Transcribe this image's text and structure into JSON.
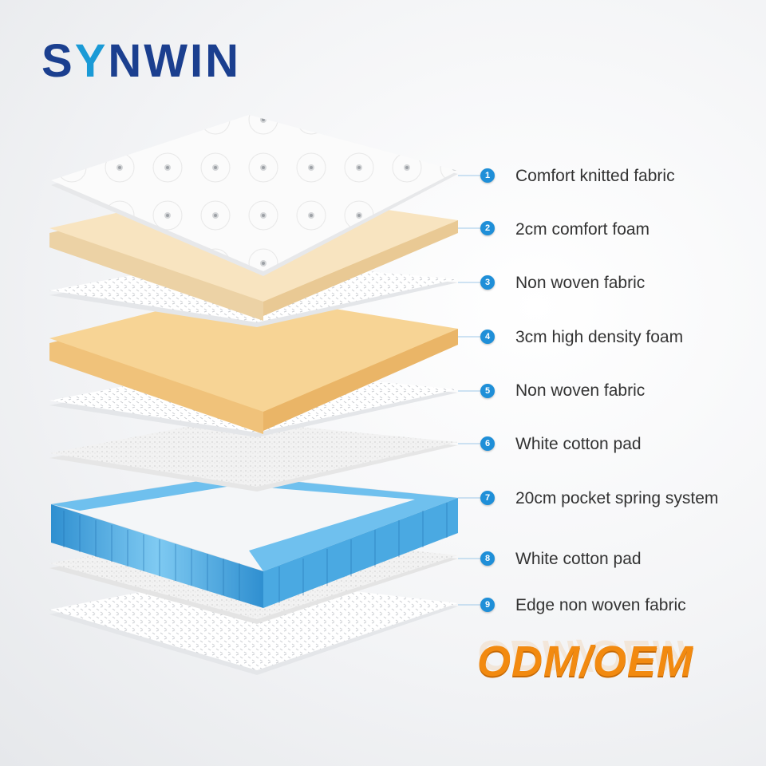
{
  "brand": {
    "logo_text_1": "S",
    "logo_text_2": "Y",
    "logo_text_3": "NWIN"
  },
  "layers": [
    {
      "num": "1",
      "label": "Comfort knitted fabric"
    },
    {
      "num": "2",
      "label": "2cm comfort foam"
    },
    {
      "num": "3",
      "label": "Non woven fabric"
    },
    {
      "num": "4",
      "label": "3cm high density foam"
    },
    {
      "num": "5",
      "label": "Non woven fabric"
    },
    {
      "num": "6",
      "label": "White cotton pad"
    },
    {
      "num": "7",
      "label": "20cm pocket spring system"
    },
    {
      "num": "8",
      "label": "White cotton pad"
    },
    {
      "num": "9",
      "label": "Edge non woven fabric"
    }
  ],
  "tagline": "ODM/OEM",
  "colors": {
    "brand": "#1b3f8f",
    "accent": "#1a9ad6",
    "badge": "#1f8fd8",
    "odm": "#f28a10",
    "foam_light": "#f6e2bd",
    "foam_dark": "#f7cf8c",
    "spring": "#3aa6e0"
  }
}
